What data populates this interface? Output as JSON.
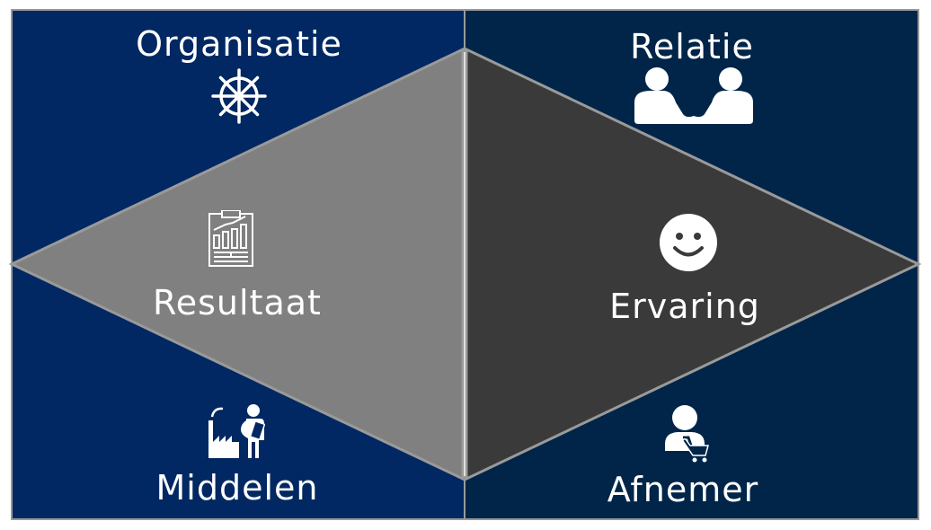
{
  "diagram": {
    "type": "quadrant-diamond",
    "colors": {
      "left_quadrant": "#012862",
      "right_quadrant": "#002549",
      "left_diamond": "#808080",
      "right_diamond": "#3a3a3a",
      "border": "#999999",
      "text": "#ffffff"
    },
    "quadrants": {
      "top_left": {
        "label": "Organisatie",
        "icon": "ship-wheel-icon"
      },
      "top_right": {
        "label": "Relatie",
        "icon": "handshake-people-icon"
      },
      "bottom_left": {
        "label": "Middelen",
        "icon": "factory-worker-icon"
      },
      "bottom_right": {
        "label": "Afnemer",
        "icon": "customer-cart-icon"
      }
    },
    "triangles": {
      "left": {
        "label": "Resultaat",
        "icon": "clipboard-chart-icon"
      },
      "right": {
        "label": "Ervaring",
        "icon": "smiley-face-icon"
      }
    }
  }
}
